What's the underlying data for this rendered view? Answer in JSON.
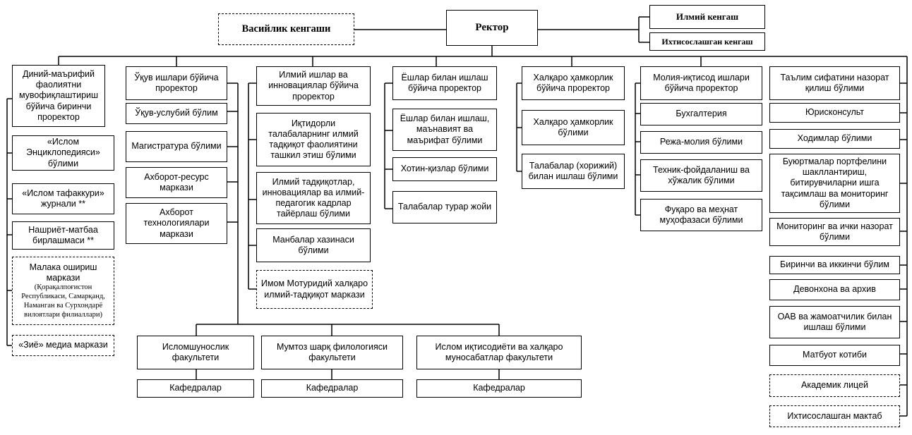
{
  "top": {
    "vasiylik": "Васийлик кенгаши",
    "rector": "Ректор",
    "ilmiy_kengash": "Илмий кенгаш",
    "ixtisos_kengash": "Ихтисослашган кенгаш"
  },
  "col1": {
    "head": "Диний-маърифий фаолиятни мувофиқлаштириш бўйича биринчи проректор",
    "encyclopedia": "«Ислом Энциклопедияси» бўлими",
    "journal": "«Ислом тафаккури» журнали **",
    "publishing": "Нашриёт-матбаа бирлашмаси **",
    "training_title": "Малака ошириш маркази",
    "training_note": "(Қорақалпоғистон Республикаси, Самарқанд, Наманган ва Сурхондарё вилоятлари филиаллари)",
    "media": "«Зиё» медиа маркази"
  },
  "col2": {
    "head": "Ўқув ишлари бўйича проректор",
    "methodical": "Ўқув-услубий бўлим",
    "magistracy": "Магистратура бўлими",
    "resource": "Ахборот-ресурс маркази",
    "it": "Ахборот технологиялари маркази"
  },
  "col3": {
    "head": "Илмий ишлар ва инновациялар бўйича проректор",
    "gifted": "Иқтидорли талабаларнинг илмий тадқиқот фаолиятини ташкил этиш бўлими",
    "research": "Илмий тадқиқотлар, инновациялар ва илмий-педагогик кадрлар тайёрлаш бўлими",
    "treasury": "Манбалар хазинаси бўлими",
    "maturidi": "Имом Мотуридий халқаро илмий-тадқиқот маркази"
  },
  "col4": {
    "head": "Ёшлар билан ишлаш бўйича проректор",
    "youth": "Ёшлар билан ишлаш, маънавият ва маърифат бўлими",
    "women": "Хотин-қизлар бўлими",
    "dorm": "Талабалар турар жойи"
  },
  "col5": {
    "head": "Халқаро ҳамкорлик бўйича проректор",
    "intl": "Халқаро ҳамкорлик бўлими",
    "foreign": "Талабалар (хорижий) билан ишлаш бўлими"
  },
  "col6": {
    "head": "Молия-иқтисод ишлари бўйича проректор",
    "accounting": "Бухгалтерия",
    "planning": "Режа-молия бўлими",
    "maintenance": "Техник-фойдаланиш ва хўжалик бўлими",
    "civil": "Фуқаро ва меҳнат муҳофазаси бўлими"
  },
  "col7": {
    "quality": "Таълим сифатини назорат қилиш бўлими",
    "legal": "Юрисконсульт",
    "hr": "Ходимлар бўлими",
    "orders": "Буюртмалар портфелини шакллантириш, битирувчиларни ишга тақсимлаш ва мониторинг бўлими",
    "monitoring": "Мониторинг ва ички назорат бўлими",
    "first_second": "Биринчи ва иккинчи бўлим",
    "archive": "Девонхона ва архив",
    "media": "ОАВ ва жамоатчилик билан ишлаш бўлими",
    "press": "Матбуот котиби",
    "lyceum": "Академик лицей",
    "school": "Ихтисослашган мактаб"
  },
  "faculties": [
    {
      "name": "Исломшунослик факультети",
      "dept": "Кафедралар"
    },
    {
      "name": "Мумтоз шарқ филологияси факультети",
      "dept": "Кафедралар"
    },
    {
      "name": "Ислом иқтисодиёти ва халқаро муносабатлар факультети",
      "dept": "Кафедралар"
    }
  ]
}
